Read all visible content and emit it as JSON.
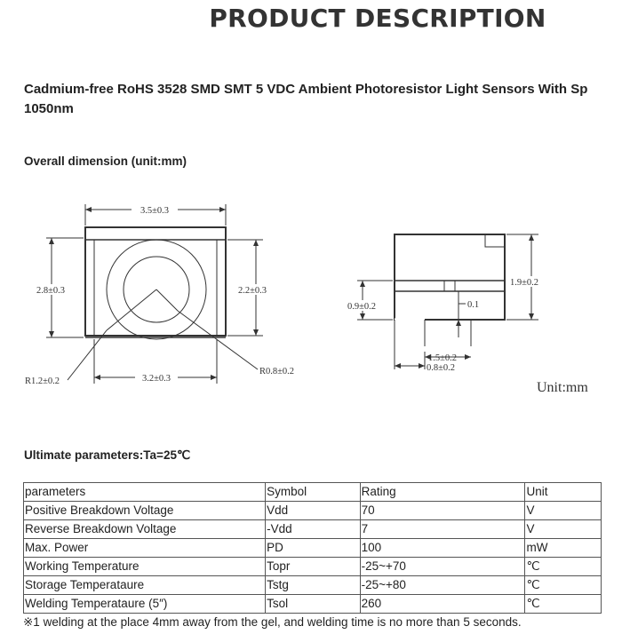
{
  "title": "PRODUCT DESCRIPTION",
  "heading": "Cadmium-free RoHS 3528 SMD SMT 5 VDC Ambient Photoresistor Light Sensors With Sp\n1050nm",
  "dimension_section": "Overall dimension (unit:mm)",
  "drawing": {
    "top_width": "3.5±0.3",
    "left_height": "2.8±0.3",
    "right_height": "2.2±0.3",
    "bottom_width": "3.2±0.3",
    "radius_big": "R1.2±0.2",
    "radius_small": "R0.8±0.2",
    "side_height": "1.9±0.2",
    "base_height": "0.9±0.2",
    "lip": "0.1",
    "pad_width": "1.5±0.2",
    "pad_gap": "0.8±0.2",
    "unit": "Unit:mm"
  },
  "params_section": "Ultimate parameters:Ta=25℃",
  "table": {
    "header": [
      "parameters",
      "Symbol",
      "Rating",
      "Unit"
    ],
    "rows": [
      [
        "Positive Breakdown Voltage",
        "Vdd",
        "70",
        "V"
      ],
      [
        "Reverse Breakdown Voltage",
        "-Vdd",
        "7",
        "V"
      ],
      [
        "Max. Power",
        "PD",
        "100",
        "mW"
      ],
      [
        "Working Temperature",
        "Topr",
        "-25~+70",
        "℃"
      ],
      [
        "Storage Temperataure",
        "Tstg",
        "-25~+80",
        "℃"
      ],
      [
        "Welding Temperataure (5″)",
        "Tsol",
        "260",
        "℃"
      ]
    ]
  },
  "note": "※1 welding at the place 4mm away from the gel, and welding time is no more than 5 seconds."
}
